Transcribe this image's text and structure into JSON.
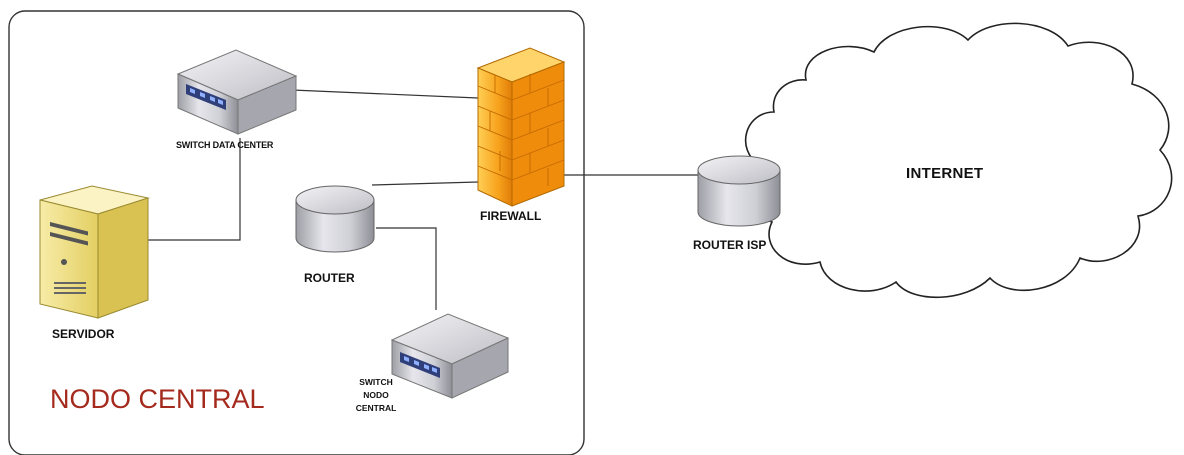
{
  "nodo_central": {
    "title": "NODO CENTRAL",
    "title_color": "#a52a1e"
  },
  "devices": {
    "switch_data_center": {
      "label": "SWITCH DATA CENTER",
      "icon": "switch-icon"
    },
    "firewall": {
      "label": "FIREWALL",
      "icon": "firewall-icon",
      "color": "#f39a12"
    },
    "router": {
      "label": "ROUTER",
      "icon": "router-icon"
    },
    "servidor": {
      "label": "SERVIDOR",
      "icon": "server-icon",
      "color": "#f2e08a"
    },
    "switch_nodo_central": {
      "label_lines": [
        "SWITCH",
        "NODO",
        "CENTRAL"
      ],
      "icon": "switch-icon"
    },
    "router_isp": {
      "label": "ROUTER ISP",
      "icon": "router-icon"
    }
  },
  "internet": {
    "label": "INTERNET",
    "icon": "cloud-icon"
  }
}
